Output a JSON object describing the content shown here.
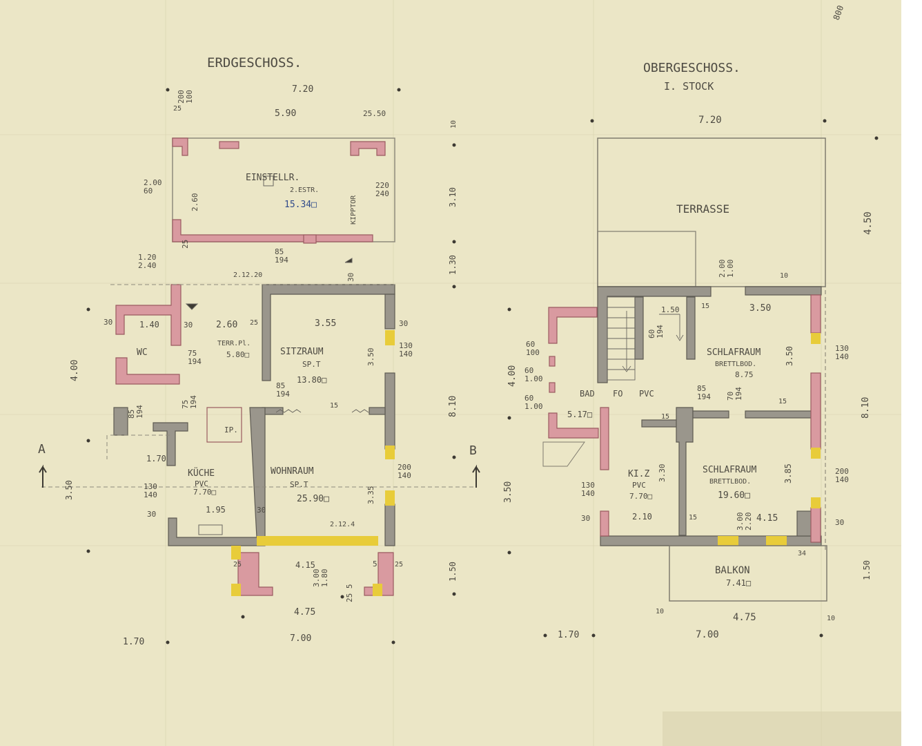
{
  "ground_floor": {
    "title": "ERDGESCHOSS.",
    "rooms": {
      "garage": "EINSTELLR.",
      "garage_note": "2.ESTR.",
      "garage_area": "15.34□",
      "door": "KIPPTOR",
      "wc": "WC",
      "terrace_name": "TERR.Pl.",
      "terrace_area": "5.80□",
      "sitting": "SITZRAUM",
      "sitting_floor": "SP.T",
      "sitting_area": "13.80□",
      "ip": "IP.",
      "kitchen": "KÜCHE",
      "kitchen_floor": "PVC",
      "kitchen_area": "7.70□",
      "living": "WOHNRAUM",
      "living_floor": "SP.T",
      "living_area": "25.90□"
    },
    "dims": {
      "top_total": "7.20",
      "top_mid": "5.90",
      "top_left": "25",
      "top_left_b": "200\n100",
      "top_right": "25.50",
      "left_garage": "2.00\n60",
      "garage_in": "2.60",
      "garage_right": "220\n240",
      "right_310": "3.10",
      "right_10": "10",
      "d120": "1.20\n2.40",
      "d85_194": "85\n194",
      "d212": "2.12.20",
      "d30a": "30",
      "d130": "1.30",
      "d25": "25",
      "d30_left": "30",
      "d140": "1.40",
      "d30_b": "30",
      "d260": "2.60",
      "d25_b": "25",
      "d355": "3.55",
      "d30_r": "30",
      "d75_194": "75\n194",
      "d350": "3.50",
      "d130_140": "130\n140",
      "d400": "4.00",
      "d85_194b": "85\n194",
      "d15": "15",
      "d810": "8.10",
      "d85_194c": "85\n194",
      "d75_194b": "75\n194",
      "d170": "1.70",
      "d350b": "3.50",
      "d130_140b": "130\n140",
      "d335": "3.35",
      "d200_140": "200\n140",
      "d30_c": "30",
      "d195": "1.95",
      "d30_d": "30",
      "d212b": "2.12.4",
      "d25_e": "25",
      "d25_f": "25",
      "d5": "5",
      "d415": "4.15",
      "d300_180": "3.00\n1.80",
      "d150": "1.50",
      "d475": "4.75",
      "d25_5": "25 5",
      "b170": "1.70",
      "b700": "7.00"
    },
    "section_a": "A",
    "section_b": "B"
  },
  "upper_floor": {
    "title": "OBERGESCHOSS.",
    "subtitle": "I. STOCK",
    "rooms": {
      "terrace": "TERRASSE",
      "bath": "BAD",
      "bath_fo": "FO",
      "bath_floor": "PVC",
      "bath_area": "5.17□",
      "bed1": "SCHLAFRAUM",
      "bed1_floor": "BRETTLBOD.",
      "bed1_area": "8.75",
      "kiz": "KI.Z",
      "kiz_floor": "PVC",
      "kiz_area": "7.70□",
      "bed2": "SCHLAFRAUM",
      "bed2_floor": "BRETTLBOD.",
      "bed2_area": "19.60□",
      "balcony": "BALKON",
      "balcony_area": "7.41□"
    },
    "dims": {
      "top_total": "7.20",
      "d450": "4.50",
      "d200_100": "2.00\n1.00",
      "d150": "1.50",
      "d15": "15",
      "d10": "10",
      "d350": "3.50",
      "d60_194": "60\n194",
      "d350b": "3.50",
      "d130_140": "130\n140",
      "d60_100": "60\n100",
      "d60_100b": "60\n1.00",
      "d60_100c": "60\n1.00",
      "d400": "4.00",
      "d85_194": "85\n194",
      "d70_194": "70\n194",
      "d15b": "15",
      "d810": "8.10",
      "d15c": "15",
      "d385": "3.85",
      "d200_140": "200\n140",
      "d130_140b": "130\n140",
      "d330": "3.30",
      "d350c": "3.50",
      "d30": "30",
      "d210": "2.10",
      "d15d": "15",
      "d300_220": "3.00\n2.20",
      "d415": "4.15",
      "d30b": "30",
      "d34": "34",
      "d150b": "1.50",
      "d10b": "10",
      "d475": "4.75",
      "d10c": "10",
      "b170": "1.70",
      "b700": "7.00",
      "corner": "800"
    }
  }
}
